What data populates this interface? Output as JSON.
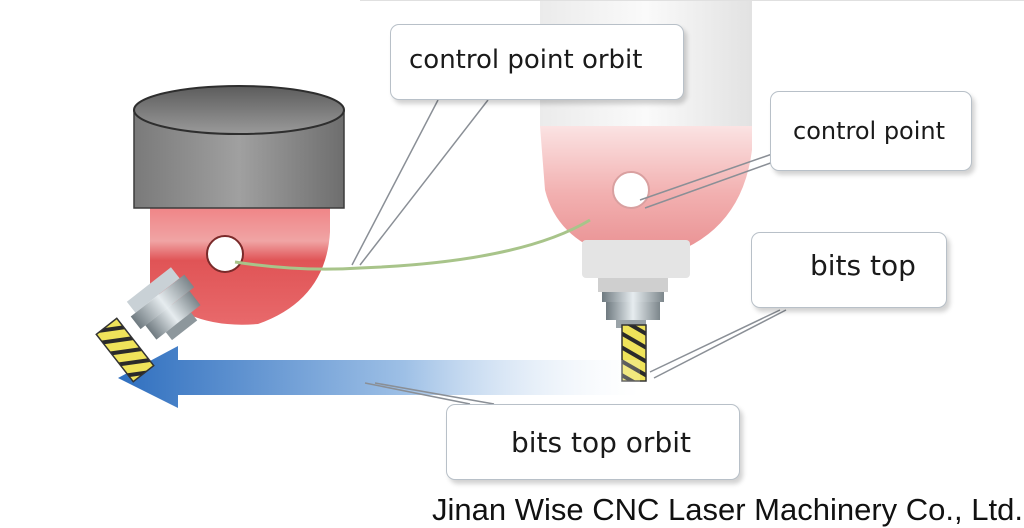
{
  "labels": {
    "control_point_orbit": "control point orbit",
    "control_point": "control point",
    "bits_top": "bits top",
    "bits_top_orbit": "bits top orbit"
  },
  "company": "Jinan Wise CNC Laser Machinery Co., Ltd.",
  "colors": {
    "head_red": "#e8585a",
    "head_red_light": "#f28b8b",
    "cap_gray": "#8c8c8c",
    "arrow_blue": "#2f6fbf",
    "orbit_line_green": "#a8c48a",
    "bit_yellow": "#e8d84a"
  }
}
